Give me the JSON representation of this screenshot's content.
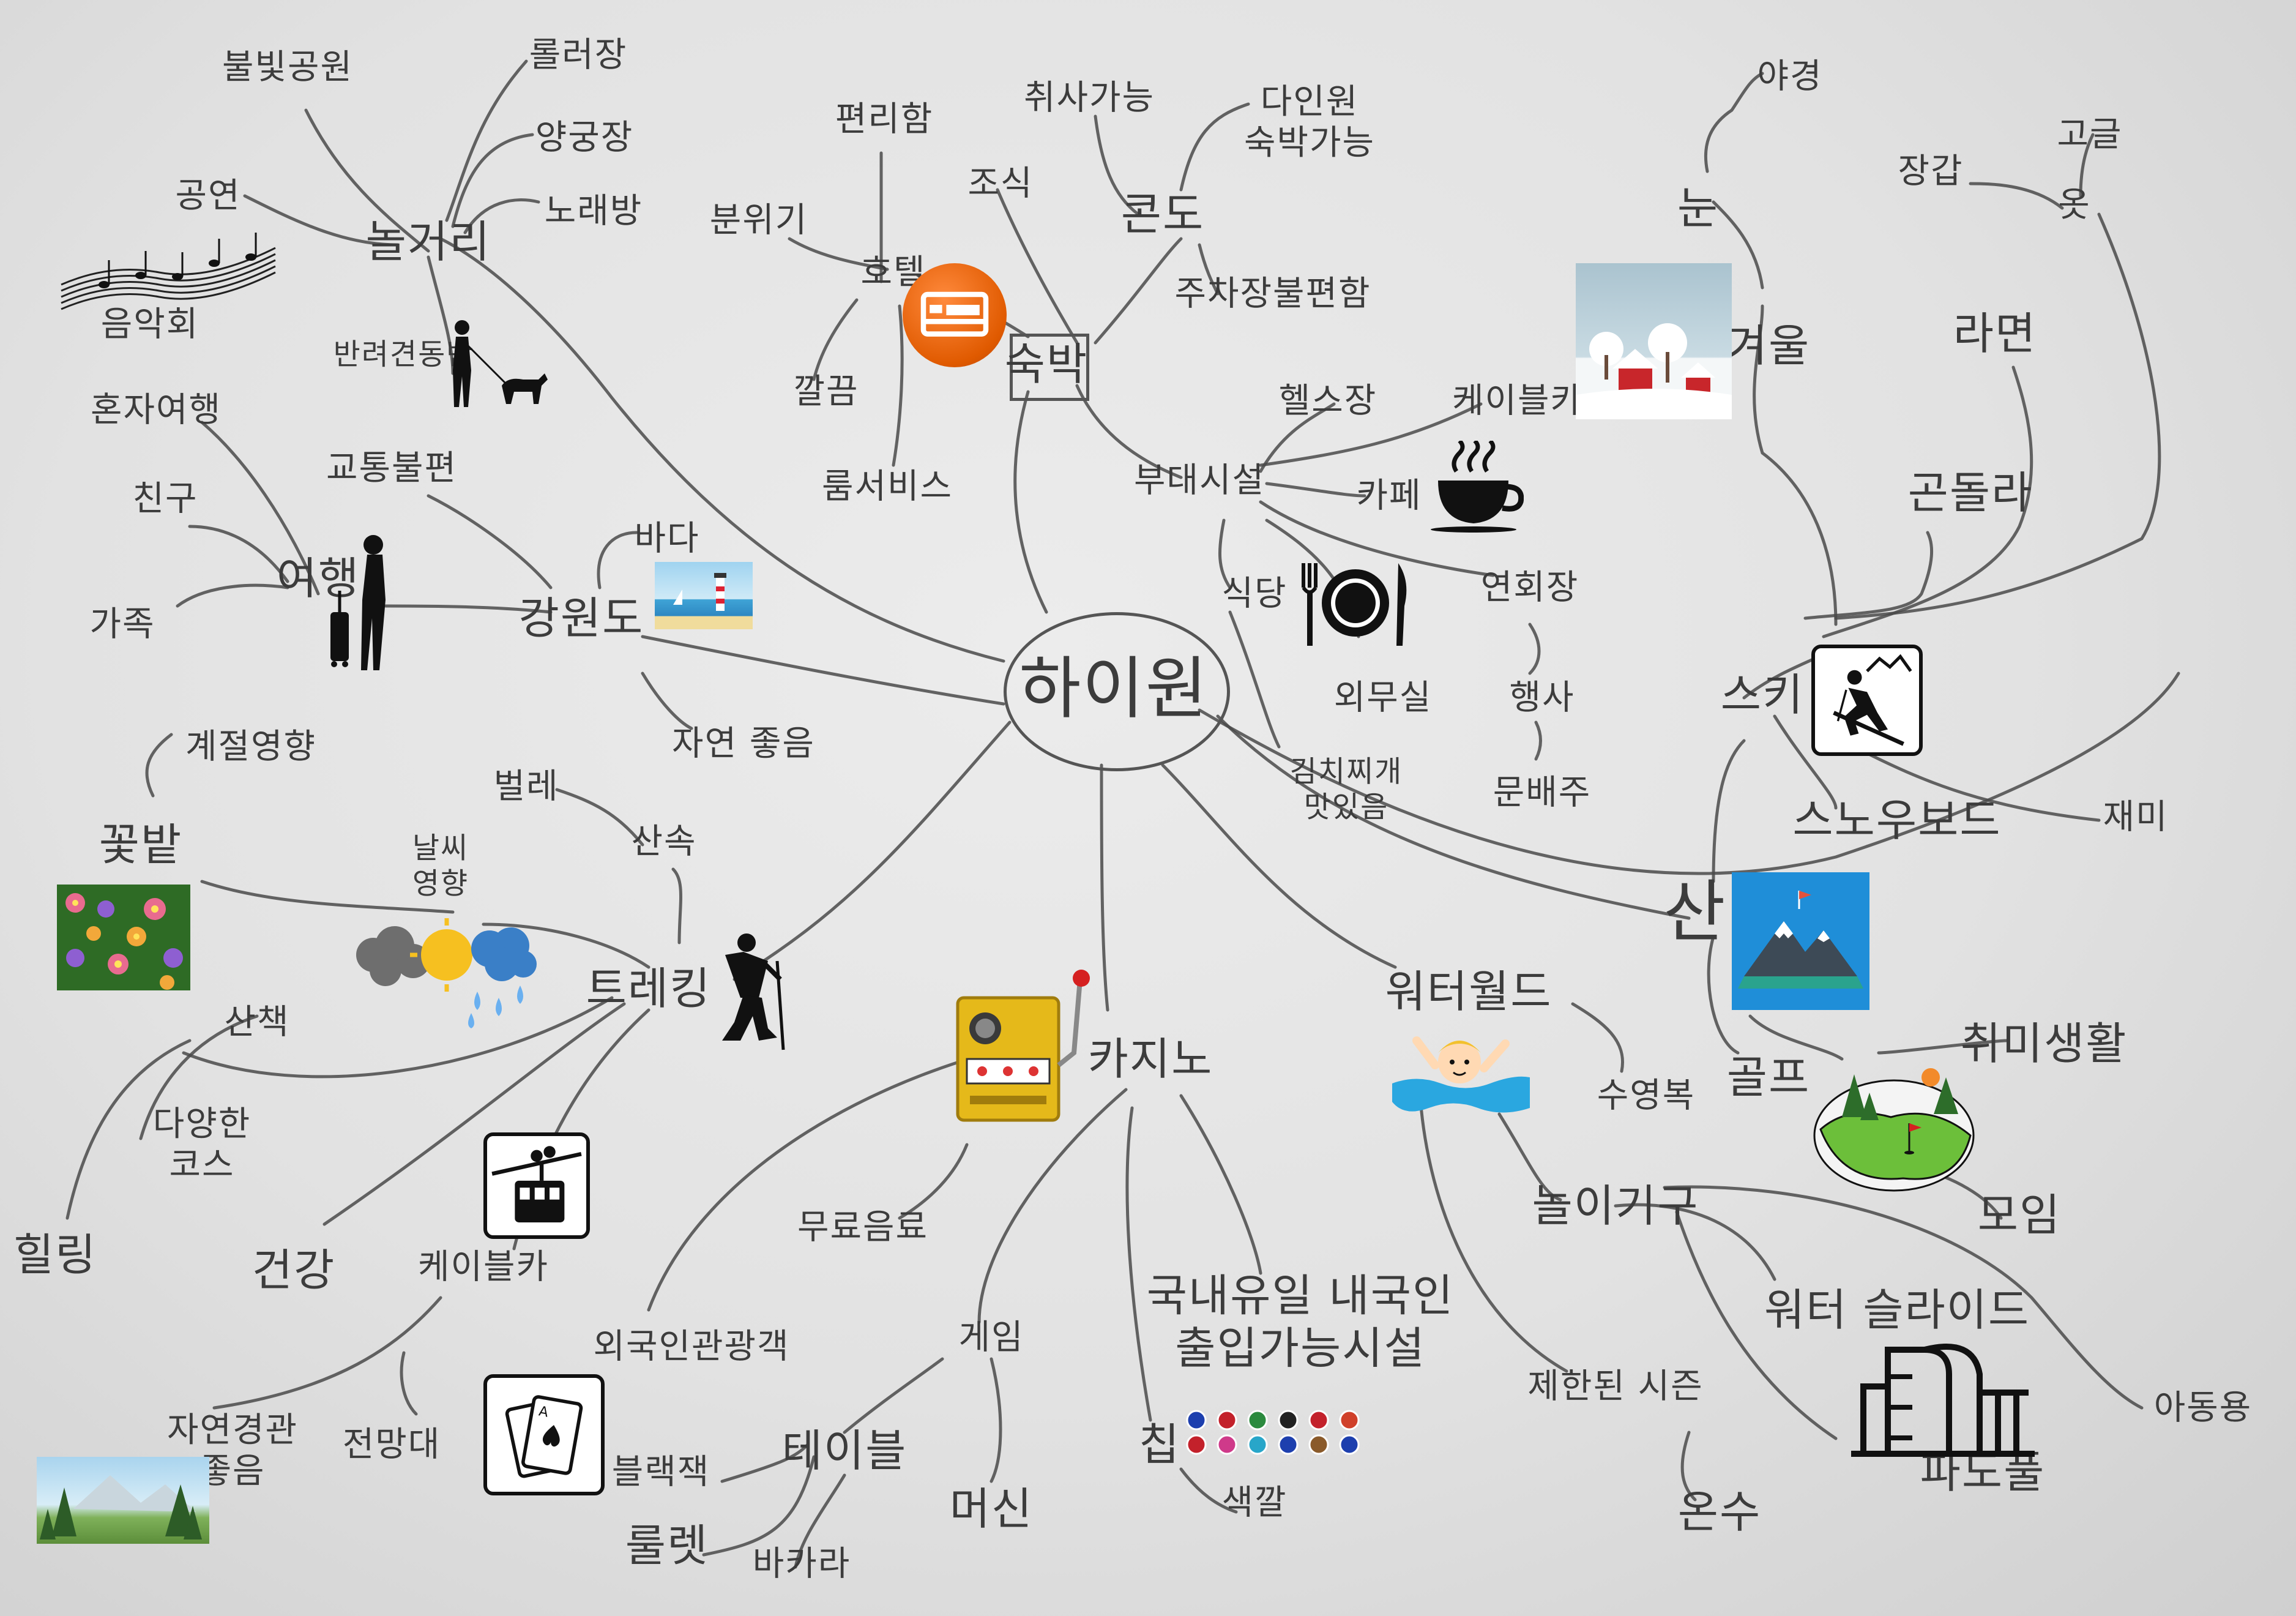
{
  "center": "하이원",
  "branches": {
    "lodging": {
      "label": "숙박",
      "hotel": {
        "label": "호텔",
        "children": [
          "분위기",
          "편리함",
          "깔끔",
          "룸서비스"
        ]
      },
      "breakfast": "조식",
      "condo": {
        "label": "콘도",
        "children": [
          "취사가능",
          "다인원\n숙박가능",
          "주차장불편함"
        ]
      },
      "facilities": {
        "label": "부대시설",
        "children": [
          "헬스장",
          "케이블카",
          "카페",
          "연회장",
          "행사",
          "문배주",
          "식당",
          "외무실",
          "김치찌개\n맛있음"
        ]
      }
    },
    "play": {
      "label": "놀거리",
      "children": [
        "불빛공원",
        "롤러장",
        "양궁장",
        "노래방",
        "공연",
        "음악회",
        "반려견동반"
      ]
    },
    "gangwon": {
      "label": "강원도",
      "children": [
        "바다",
        "자연 좋음",
        "교통불편",
        "여행",
        "친구",
        "가족",
        "혼자여행"
      ]
    },
    "trekking": {
      "label": "트레킹",
      "children": [
        "벌레",
        "산속",
        "날씨\n영향",
        "꽃밭",
        "계절영향",
        "산책",
        "힐링",
        "다양한\n코스",
        "건강",
        "케이블카",
        "자연경관\n좋음",
        "전망대"
      ]
    },
    "casino": {
      "label": "카지노",
      "children": [
        "무료음료",
        "외국인관광객",
        "게임",
        "테이블",
        "블랙잭",
        "룰렛",
        "바카라",
        "머신",
        "칩",
        "색깔",
        "국내유일 내국인\n출입가능시설"
      ]
    },
    "waterworld": {
      "label": "워터월드",
      "children": [
        "수영복",
        "놀이기구",
        "워터 슬라이드",
        "파도풀",
        "아동용",
        "제한된 시즌",
        "온수"
      ]
    },
    "mountain": {
      "label": "산",
      "children": [
        "스키",
        "스노우보드",
        "재미",
        "곤돌라",
        "라면",
        "겨울",
        "눈",
        "야경",
        "장갑",
        "고글",
        "옷",
        "골프",
        "취미생활",
        "모임"
      ]
    }
  },
  "icons": [
    "bed-icon",
    "person-dog-icon",
    "music-staff-icon",
    "traveler-icon",
    "lighthouse-picture",
    "coffee-cup-icon",
    "plate-cutlery-icon",
    "winter-house-picture",
    "skier-icon",
    "mountain-icon",
    "hiker-icon",
    "weather-icon",
    "flower-field-picture",
    "cable-car-icon",
    "playing-cards-icon",
    "forest-picture",
    "slot-machine-icon",
    "casino-chips-icon",
    "swimmer-icon",
    "golf-course-picture",
    "water-slide-icon"
  ]
}
